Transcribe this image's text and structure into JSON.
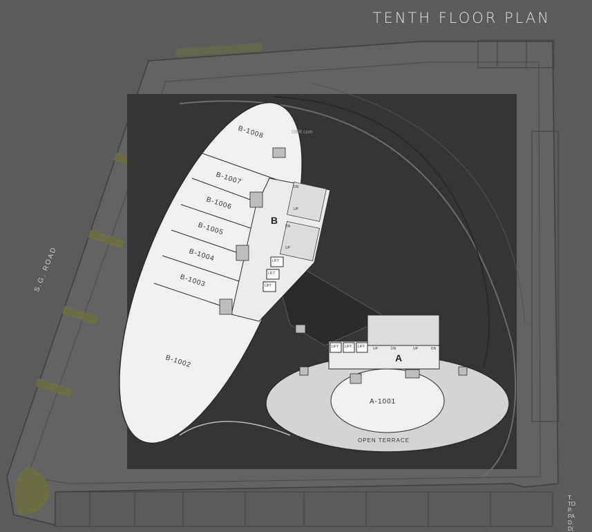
{
  "title": "TENTH FLOOR PLAN",
  "road_label": "S.G. ROAD",
  "watermark": "GER.com",
  "tower_b": {
    "label": "B",
    "units": [
      "B-1008",
      "B-1007",
      "B-1006",
      "B-1005",
      "B-1004",
      "B-1003",
      "B-1002"
    ],
    "corridor_labels": [
      "LIFT",
      "LIFT",
      "LIFT"
    ],
    "stair_labels": [
      "DN",
      "UP",
      "DN",
      "UP"
    ]
  },
  "tower_a": {
    "label": "A",
    "unit": "A-1001",
    "terrace": "OPEN TERRACE",
    "lift_labels": [
      "LIFT",
      "LIFT",
      "LIFT"
    ],
    "stair_labels": [
      "UP",
      "DN",
      "UP",
      "DN"
    ]
  },
  "legend": [
    {
      "key": "T.",
      "text": "TO"
    },
    {
      "key": "P.",
      "text": "PA"
    },
    {
      "key": "D.",
      "text": "D("
    }
  ],
  "colors": {
    "background": "#5b5b5b",
    "dark_square": "#353535",
    "unit_fill": "#f0f0f0",
    "terrace_fill": "#d4d4d4",
    "greenery": "#6e7040",
    "line": "#2a2a2a"
  }
}
